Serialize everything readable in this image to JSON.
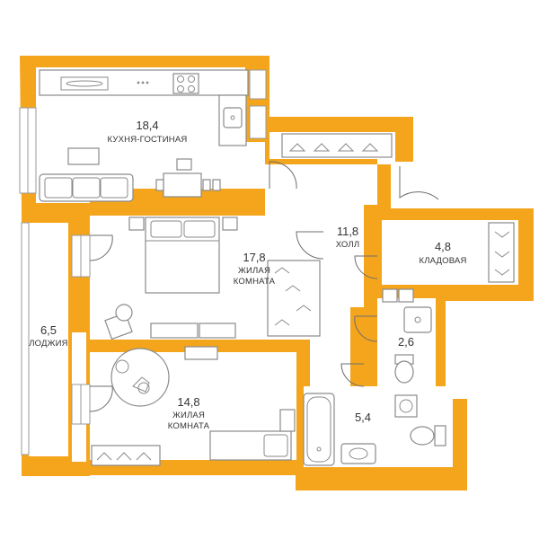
{
  "colors": {
    "wall": "#F4A51C",
    "floor": "#FFFFFF",
    "furniture_stroke": "#8A8A8A",
    "text": "#333333"
  },
  "rooms": [
    {
      "id": "kitchen-living",
      "area": "18,4",
      "name": "КУХНЯ-ГОСТИНАЯ"
    },
    {
      "id": "hall",
      "area": "11,8",
      "name": "ХОЛЛ"
    },
    {
      "id": "storage",
      "area": "4,8",
      "name": "КЛАДОВАЯ"
    },
    {
      "id": "bedroom-1",
      "area": "17,8",
      "name_line1": "ЖИЛАЯ",
      "name_line2": "КОМНАТА"
    },
    {
      "id": "loggia",
      "area": "6,5",
      "name": "ЛОДЖИЯ"
    },
    {
      "id": "wc",
      "area": "2,6"
    },
    {
      "id": "bedroom-2",
      "area": "14,8",
      "name_line1": "ЖИЛАЯ",
      "name_line2": "КОМНАТА"
    },
    {
      "id": "bathroom",
      "area": "5,4"
    }
  ],
  "icons": [
    "bed-icon",
    "sofa-icon",
    "dining-table-icon",
    "kitchen-stove-icon",
    "sink-icon",
    "bathtub-icon",
    "toilet-icon",
    "washing-machine-icon",
    "hanger-icon",
    "desk-icon",
    "rug-icon",
    "door-swing-icon"
  ]
}
